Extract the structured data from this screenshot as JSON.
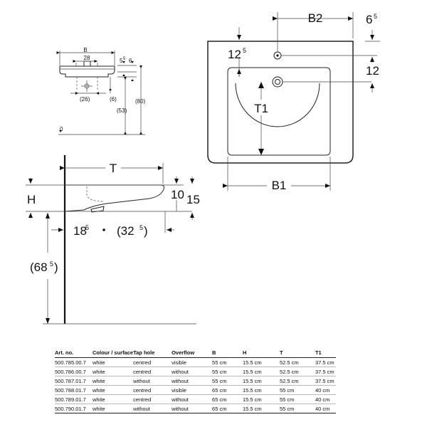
{
  "labels": {
    "B": "B",
    "B1": "B1",
    "B2": "B2",
    "T": "T",
    "T1": "T1",
    "H": "H",
    "small_28": "28",
    "small_5": "5",
    "small_5_sup": "5",
    "small_6": "6",
    "small_26": "(26)",
    "small_6b": "(6)",
    "small_53": "(53)",
    "small_80": "(80)",
    "small_0": "0",
    "dim_6": "6",
    "dim_6_sup": "5",
    "dim_12": "12",
    "dim_12_sup": "5",
    "dim_12b": "12",
    "dim_10": "10",
    "dim_15": "15",
    "dim_18": "18",
    "dim_18_sup": "5",
    "dim_32_open": "(32",
    "dim_32_sup": "5",
    "dim_32_close": ")",
    "dim_68_open": "(68",
    "dim_68_sup": "5",
    "dim_68_close": ")"
  },
  "table": {
    "headers": [
      "Art. no.",
      "Colour / surface",
      "Tap hole",
      "Overflow",
      "B",
      "H",
      "T",
      "T1"
    ],
    "rows": [
      [
        "500.785.00.7",
        "white",
        "centred",
        "visible",
        "55 cm",
        "15.5 cm",
        "52.5 cm",
        "37.5 cm"
      ],
      [
        "500.786.00.7",
        "white",
        "centred",
        "without",
        "55 cm",
        "15.5 cm",
        "52.5 cm",
        "37.5 cm"
      ],
      [
        "500.787.01.7",
        "white",
        "without",
        "without",
        "55 cm",
        "15.5 cm",
        "52.5 cm",
        "37.5 cm"
      ],
      [
        "500.788.01.7",
        "white",
        "centred",
        "visible",
        "65 cm",
        "15.5 cm",
        "55 cm",
        "40 cm"
      ],
      [
        "500.789.01.7",
        "white",
        "centred",
        "without",
        "65 cm",
        "15.5 cm",
        "55 cm",
        "40 cm"
      ],
      [
        "500.790.01.7",
        "white",
        "without",
        "without",
        "65 cm",
        "15.5 cm",
        "55 cm",
        "40 cm"
      ]
    ]
  }
}
